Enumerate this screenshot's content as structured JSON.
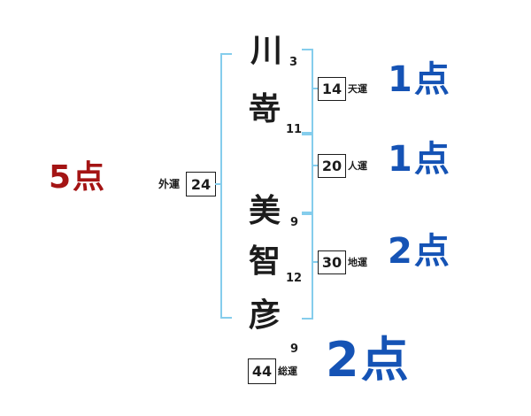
{
  "name": {
    "chars": [
      {
        "glyph": "川",
        "strokes": "3"
      },
      {
        "glyph": "嵜",
        "strokes": "11"
      },
      {
        "glyph": "美",
        "strokes": "9"
      },
      {
        "glyph": "智",
        "strokes": "12"
      },
      {
        "glyph": "彦",
        "strokes": "9"
      }
    ]
  },
  "fortunes": {
    "ten": {
      "label": "天運",
      "value": "14",
      "score": "1点"
    },
    "jin": {
      "label": "人運",
      "value": "20",
      "score": "1点"
    },
    "chi": {
      "label": "地運",
      "value": "30",
      "score": "2点"
    },
    "sou": {
      "label": "総運",
      "value": "44",
      "score": "2点"
    },
    "gai": {
      "label": "外運",
      "value": "24",
      "score": "5点"
    }
  },
  "colors": {
    "ink": "#1c1c1c",
    "bracket_blue": "#85cdec",
    "score_blue": "#1553b5",
    "score_red": "#a41414"
  }
}
